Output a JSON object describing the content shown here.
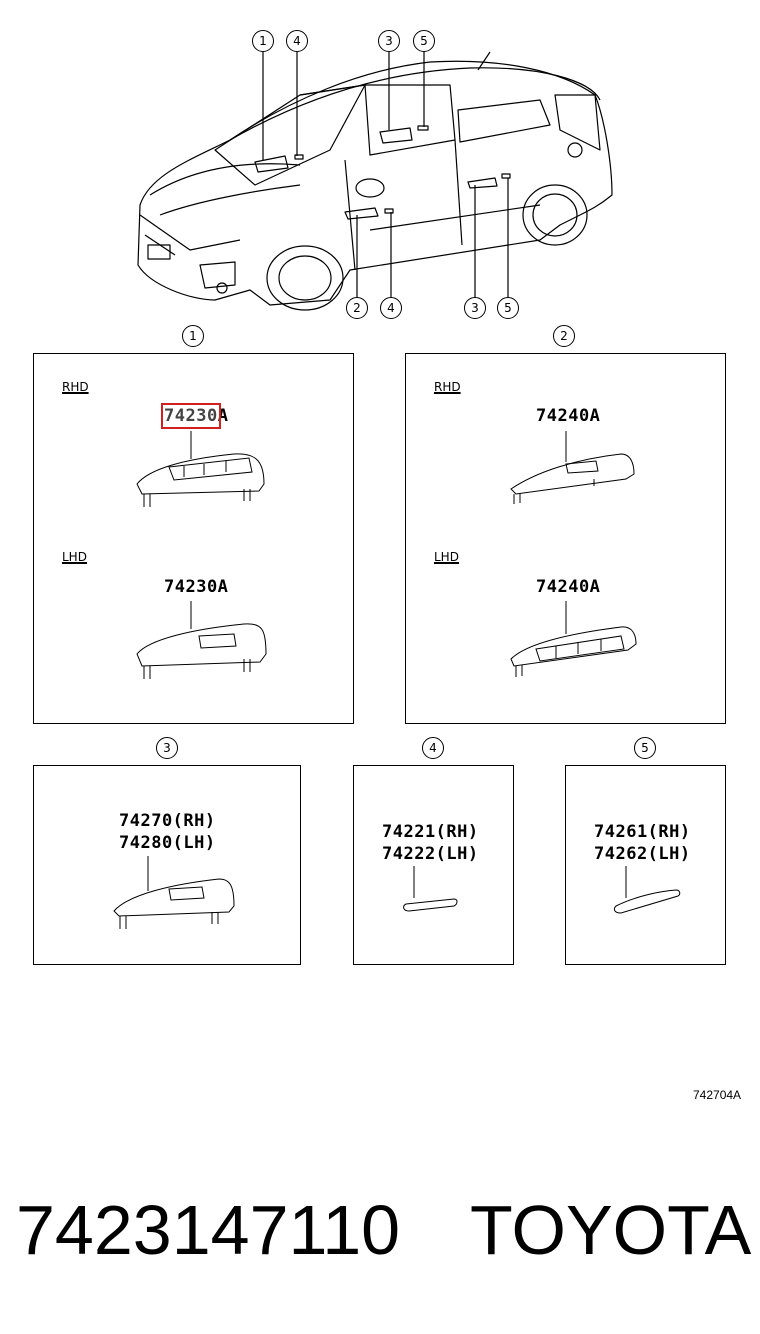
{
  "callouts": [
    "1",
    "2",
    "3",
    "4",
    "5"
  ],
  "panel1": {
    "num": "1",
    "rhd": {
      "side": "RHD",
      "part_hl": "74230",
      "part_rest": "A"
    },
    "lhd": {
      "side": "LHD",
      "part": "74230A"
    }
  },
  "panel2": {
    "num": "2",
    "rhd": {
      "side": "RHD",
      "part": "74240A"
    },
    "lhd": {
      "side": "LHD",
      "part": "74240A"
    }
  },
  "panel3": {
    "num": "3",
    "line1": "74270(RH)",
    "line2": "74280(LH)"
  },
  "panel4": {
    "num": "4",
    "line1": "74221(RH)",
    "line2": "74222(LH)"
  },
  "panel5": {
    "num": "5",
    "line1": "74261(RH)",
    "line2": "74262(LH)"
  },
  "diagram_code": "742704A",
  "footer": {
    "part_number": "7423147110",
    "brand": "TOYOTA"
  },
  "colors": {
    "highlight": "#d21f1f",
    "line": "#000000",
    "background": "#ffffff"
  }
}
